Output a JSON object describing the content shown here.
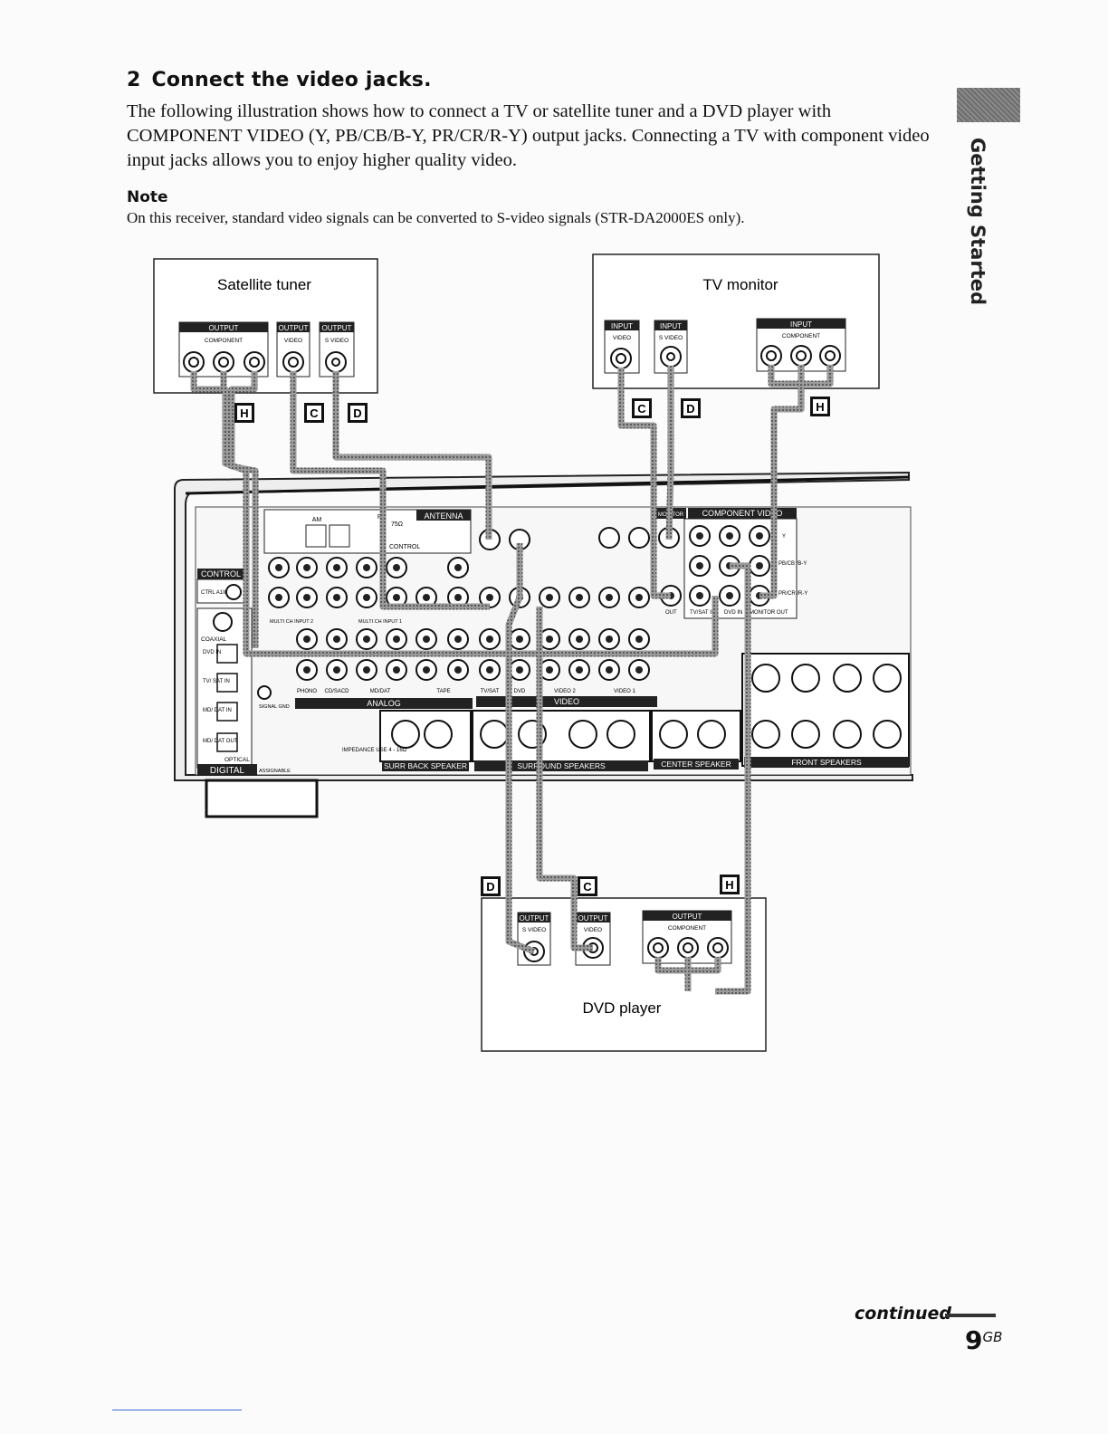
{
  "section": {
    "number": "2",
    "title": "Connect the video jacks.",
    "body": "The following illustration shows how to connect a TV or satellite tuner and a DVD player with COMPONENT VIDEO (Y, PB/CB/B-Y, PR/CR/R-Y) output jacks. Connecting a TV with component video input jacks allows you to enjoy higher quality video.",
    "note_title": "Note",
    "note_text": "On this receiver, standard video signals can be converted to S-video signals (STR-DA2000ES only)."
  },
  "side_tab": {
    "label": "Getting Started"
  },
  "diagram": {
    "devices": {
      "satellite": "Satellite tuner",
      "tv": "TV monitor",
      "dvd": "DVD player"
    },
    "jack_labels": {
      "output": "OUTPUT",
      "input": "INPUT",
      "component": "COMPONENT",
      "video": "VIDEO",
      "s_video": "S VIDEO",
      "ry_by_y": [
        "R-Y",
        "B-Y",
        "Y"
      ]
    },
    "cable_tags": {
      "h": "H",
      "c": "C",
      "d": "D"
    },
    "receiver": {
      "antenna": "ANTENNA",
      "am": "AM",
      "fm": "FM",
      "ohm75": "75Ω",
      "control": "CONTROL",
      "ctrl_a1": "CTRL A1II",
      "digital": "DIGITAL",
      "optical": "OPTICAL",
      "assignable": "ASSIGNABLE",
      "coaxial": "COAXIAL",
      "digital_inputs": [
        "DVD IN",
        "TV/ SAT IN",
        "MD/ DAT IN",
        "MD/ DAT OUT"
      ],
      "analog": "ANALOG",
      "video_section": "VIDEO",
      "component_video": "COMPONENT VIDEO",
      "monitor": "MONITOR",
      "comp_rows": [
        "Y",
        "PB/CB /B-Y",
        "PR/CR /R-Y"
      ],
      "comp_cols": [
        "OUT",
        "TV/SAT IN",
        "DVD IN",
        "MONITOR OUT"
      ],
      "audio_groups": [
        "PHONO",
        "CD/SACD",
        "MD/DAT",
        "TAPE",
        "TV/SAT",
        "DVD",
        "VIDEO 2",
        "VIDEO 1"
      ],
      "multi_ch_2": "MULTI CH INPUT 2",
      "multi_ch_1": "MULTI CH INPUT 1",
      "signal_gnd": "SIGNAL GND",
      "impedance": "IMPEDANCE USE 4 - 16Ω",
      "speakers": [
        "SURR BACK SPEAKER",
        "SURROUND SPEAKERS",
        "CENTER SPEAKER",
        "FRONT SPEAKERS"
      ]
    }
  },
  "footer": {
    "continued": "continued",
    "page_number": "9",
    "page_suffix": "GB"
  }
}
